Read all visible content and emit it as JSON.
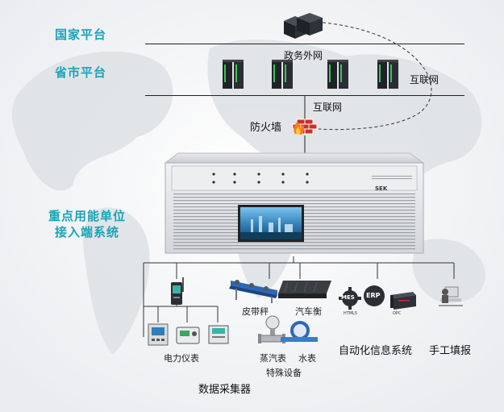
{
  "tiers": {
    "national": "国家平台",
    "provincial": "省市平台",
    "endpoint_line1": "重点用能单位",
    "endpoint_line2": "接入端系统"
  },
  "network_labels": {
    "gov_extranet": "政务外网",
    "internet_right": "互联网",
    "internet_mid": "互联网",
    "firewall": "防火墙"
  },
  "device": {
    "brand": "SEK"
  },
  "sources": {
    "belt_scale": "皮带秤",
    "truck_scale": "汽车衡",
    "power_meter": "电力仪表",
    "steam_meter": "蒸汽表",
    "water_meter": "水表",
    "special_equipment": "特殊设备",
    "data_collector": "数据采集器",
    "automation_system": "自动化信息系统",
    "manual_entry": "手工填报",
    "mes": "MES",
    "erp": "ERP",
    "opc": "OPC",
    "hmi": "HTML5"
  },
  "colors": {
    "tier_text": "#1aa3b8",
    "server_dark": "#1f2328",
    "server_green": "#3fbf57",
    "firewall_red": "#c8312a",
    "screen_blue": "#2f7fb7"
  }
}
